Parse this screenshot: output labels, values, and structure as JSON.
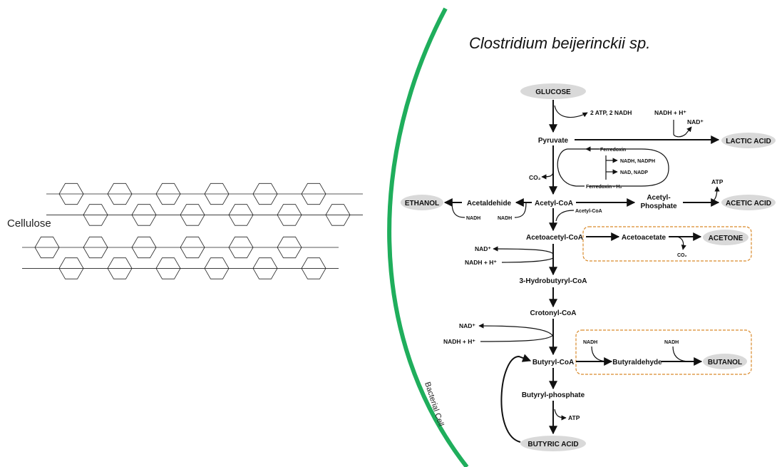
{
  "title": "Clostridium beijerinckii sp.",
  "cellulose_label": "Cellulose",
  "cell_label": "Bacterial Cell",
  "colors": {
    "cell_wall": "#1fae5c",
    "box_border": "#d98a2b",
    "oval_fill": "#d9d9d9"
  },
  "nodes": {
    "glucose": "GLUCOSE",
    "pyruvate": "Pyruvate",
    "lactic_acid": "LACTIC ACID",
    "acetyl_coa": "Acetyl-CoA",
    "acetaldehide": "Acetaldehide",
    "ethanol": "ETHANOL",
    "acetyl_phosphate_1": "Acetyl-",
    "acetyl_phosphate_2": "Phosphate",
    "acetic_acid": "ACETIC ACID",
    "acetoacetyl_coa": "Acetoacetyl-CoA",
    "acetoacetate": "Acetoacetate",
    "acetone": "ACETONE",
    "hydrobutyryl_coa": "3-Hydrobutyryl-CoA",
    "crotonyl_coa": "Crotonyl-CoA",
    "butyryl_coa": "Butyryl-CoA",
    "butyraldehyde": "Butyraldehyde",
    "butanol": "BUTANOL",
    "butyryl_phosphate": "Butyryl-phosphate",
    "butyric_acid": "BUTYRIC ACID"
  },
  "cofactors": {
    "atp_nadh": "2 ATP, 2 NADH",
    "nadh_h_lactic": "NADH + H⁺",
    "nad_lactic": "NAD⁺",
    "ferredoxin": "Ferredoxin",
    "nadh_nadph": "NADH, NADPH",
    "nad_nadp": "NAD, NADP",
    "ferredoxin_h2": "Ferredoxin - H₂",
    "co2_pyruvate": "CO₂",
    "atp_acetic": "ATP",
    "nadh_ethanol": "NADH",
    "nadh_acetaldehide": "NADH",
    "acetyl_coa_small": "Acetyl-CoA",
    "co2_acetone": "CO₂",
    "nad_1": "NAD⁺",
    "nadh_h_1": "NADH + H⁺",
    "nad_2": "NAD⁺",
    "nadh_h_2": "NADH + H⁺",
    "nadh_butanol_1": "NADH",
    "nadh_butanol_2": "NADH",
    "atp_butyric": "ATP"
  }
}
